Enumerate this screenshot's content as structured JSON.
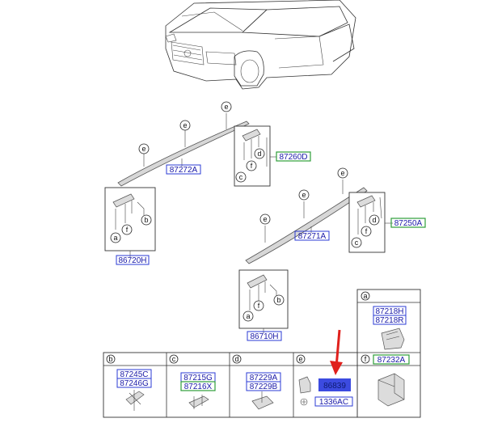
{
  "callouts": {
    "a": "a",
    "b": "b",
    "c": "c",
    "d": "d",
    "e": "e",
    "f": "f"
  },
  "parts": {
    "front_rail_left": "87272A",
    "front_cap_group_left": "87260D",
    "rear_cap_group_left": "86720H",
    "front_rail_right": "87271A",
    "front_cap_group_right": "87250A",
    "rear_cap_group_right": "86710H"
  },
  "table": {
    "a": [
      "87218H",
      "87218R"
    ],
    "b": [
      "87245C",
      "87246G"
    ],
    "c": [
      "87215G",
      "87216X"
    ],
    "d": [
      "87229A",
      "87229B"
    ],
    "e": [
      "86839",
      "1336AC"
    ],
    "f": [
      "87232A"
    ]
  },
  "colors": {
    "label_blue": "#2b3bd6",
    "label_green": "#2e9e3a",
    "highlight": "#3c4be0",
    "arrow": "#e0201c"
  }
}
